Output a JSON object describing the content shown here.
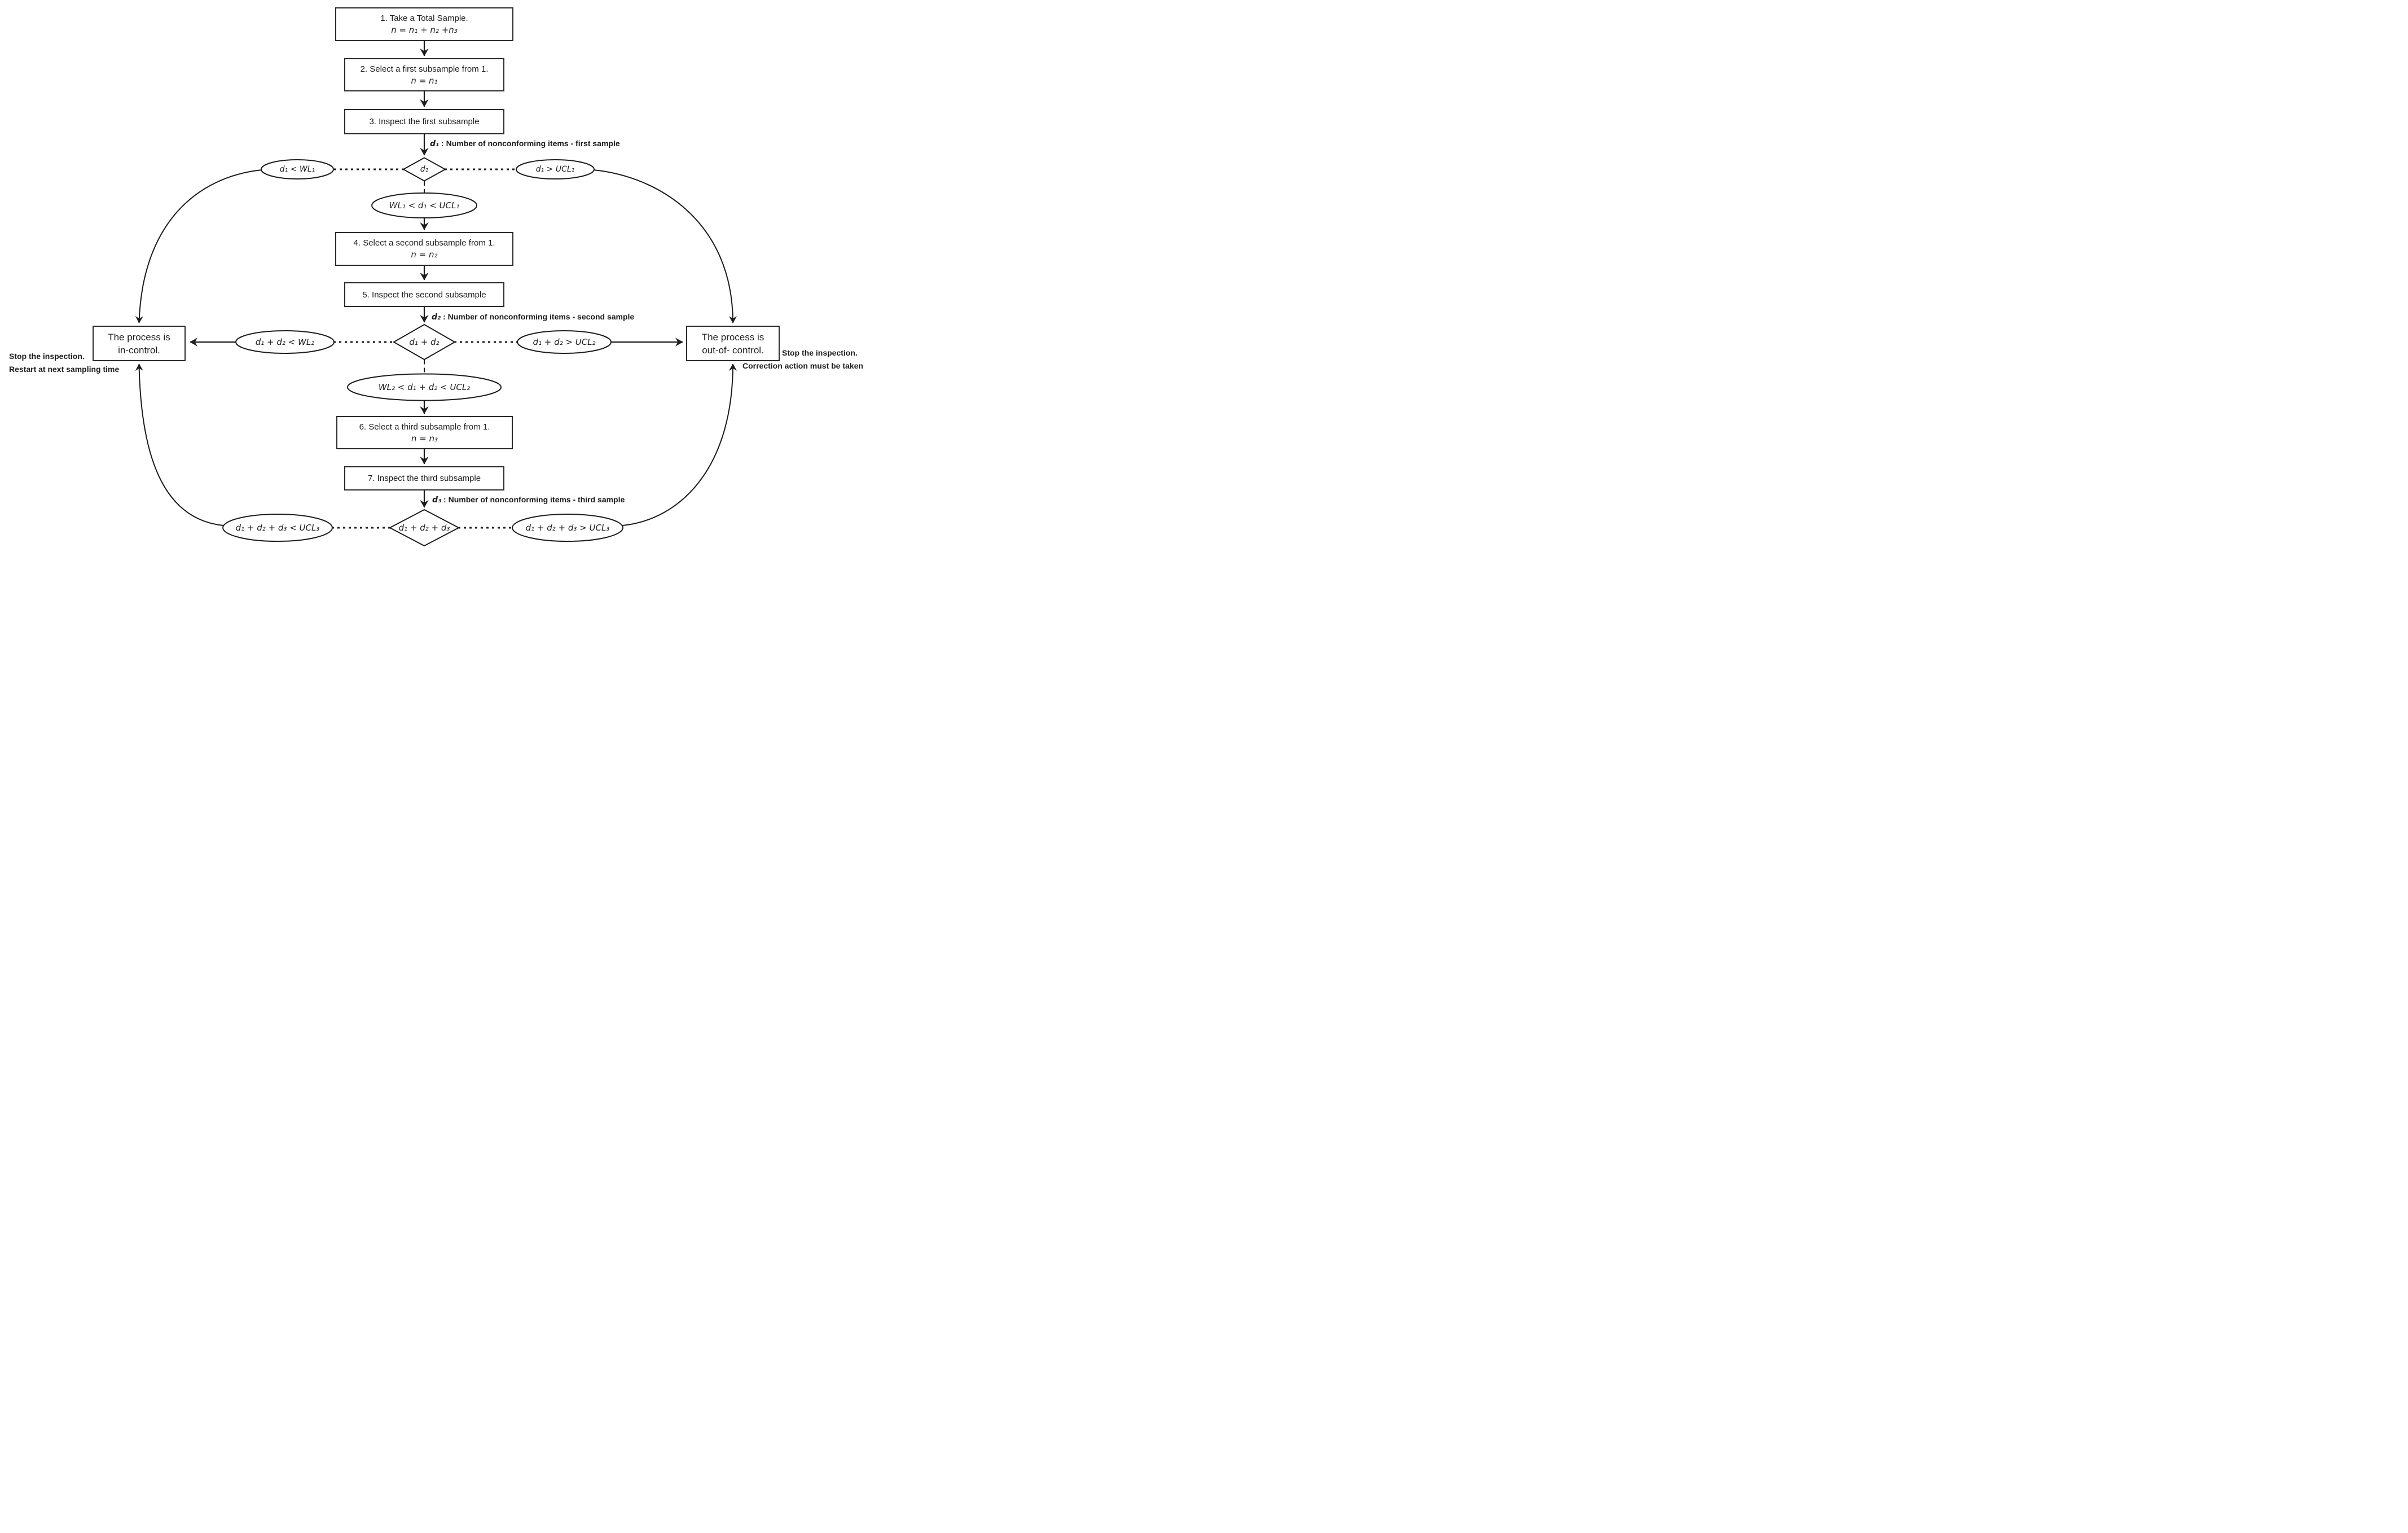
{
  "canvas": {
    "background": "#ffffff",
    "line_color": "#1d1d1d",
    "text_color": "#1d1d1d"
  },
  "steps": {
    "s1": {
      "title": "1. Take a Total Sample.",
      "formula": "n = n₁ + n₂ +n₃"
    },
    "s2": {
      "title": "2. Select a first subsample from 1.",
      "formula": "n = n₁"
    },
    "s3": {
      "title": "3. Inspect the first subsample"
    },
    "s4": {
      "title": "4. Select a second subsample from 1.",
      "formula": "n = n₂"
    },
    "s5": {
      "title": "5. Inspect the second subsample"
    },
    "s6": {
      "title": "6. Select a third subsample from 1.",
      "formula": "n = n₃"
    },
    "s7": {
      "title": "7. Inspect the third subsample"
    }
  },
  "decisions": {
    "d1": "d₁",
    "d2": "d₁ + d₂",
    "d3": "d₁ + d₂ + d₃"
  },
  "annotations": {
    "a1": {
      "var": "d₁",
      "rest": " : Number of nonconforming items - first sample"
    },
    "a2": {
      "var": "d₂",
      "rest": " : Number of nonconforming items - second sample"
    },
    "a3": {
      "var": "d₃",
      "rest": " : Number of nonconforming items - third sample"
    }
  },
  "conditions": {
    "c1_low": "d₁ < WL₁",
    "c1_high": "d₁ > UCL₁",
    "c1_mid": "WL₁ < d₁ < UCL₁",
    "c2_low": "d₁ + d₂ < WL₂",
    "c2_high": "d₁ + d₂ > UCL₂",
    "c2_mid": "WL₂ < d₁ + d₂ < UCL₂",
    "c3_low": "d₁ + d₂ + d₃ < UCL₃",
    "c3_high": "d₁ + d₂ + d₃ > UCL₃"
  },
  "outcomes": {
    "in_control": {
      "line1": "The process is",
      "line2": "in-control."
    },
    "out_of_control": {
      "line1": "The process is",
      "line2": "out-of- control."
    }
  },
  "notes": {
    "left": {
      "line1": "Stop the inspection.",
      "line2": "Restart at next sampling time"
    },
    "right": {
      "line1": "Stop the inspection.",
      "line2": "Correction action must be taken"
    }
  }
}
